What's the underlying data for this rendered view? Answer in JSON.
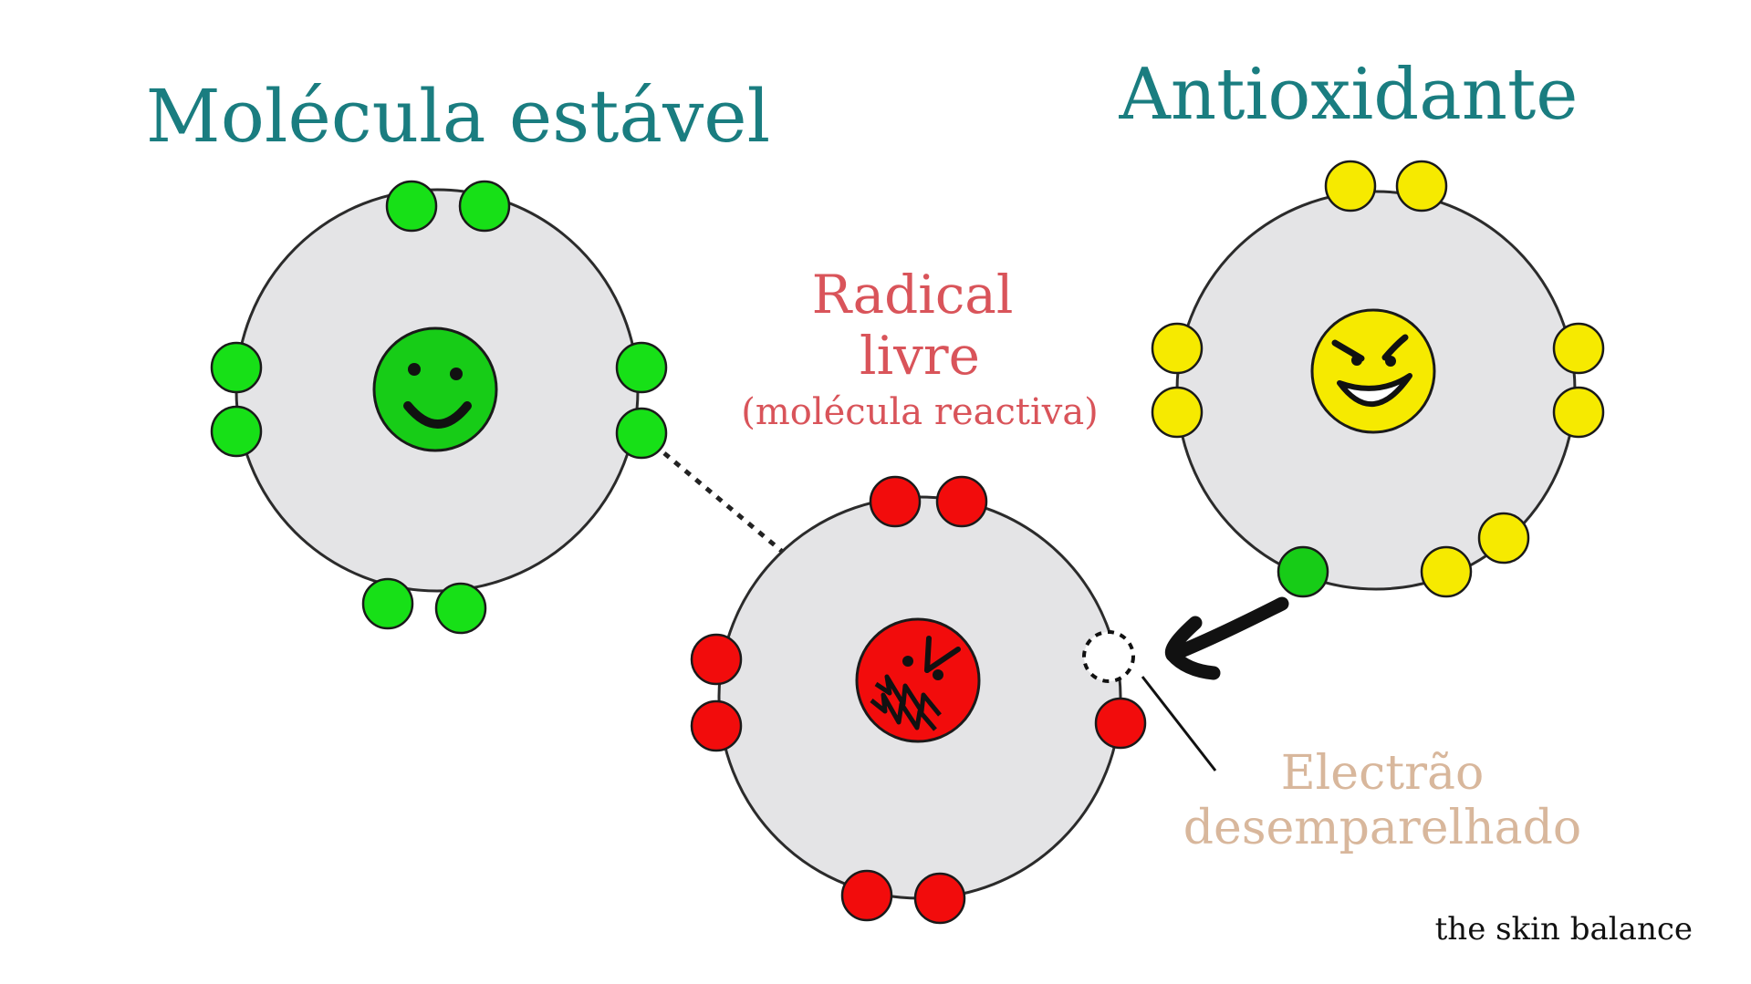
{
  "labels": {
    "stable_molecule": "Molécula estável",
    "antioxidant": "Antioxidante",
    "radical_line1": "Radical",
    "radical_line2": "livre",
    "radical_sub": "(molécula reactiva)",
    "electron_line1": "Electrão",
    "electron_line2": "desemparelhado",
    "brand": "the skin balance"
  },
  "colors": {
    "teal_title": "#1a7d80",
    "radical_text": "#d9545a",
    "electron_text": "#d8b79c",
    "green": "#17cc17",
    "red": "#f20c0c",
    "yellow": "#f6ea00",
    "orbit_fill": "#e4e4e6"
  },
  "icons": {
    "stable_face": "happy-face-icon",
    "radical_face": "angry-face-icon",
    "antioxidant_face": "grinning-face-icon"
  }
}
